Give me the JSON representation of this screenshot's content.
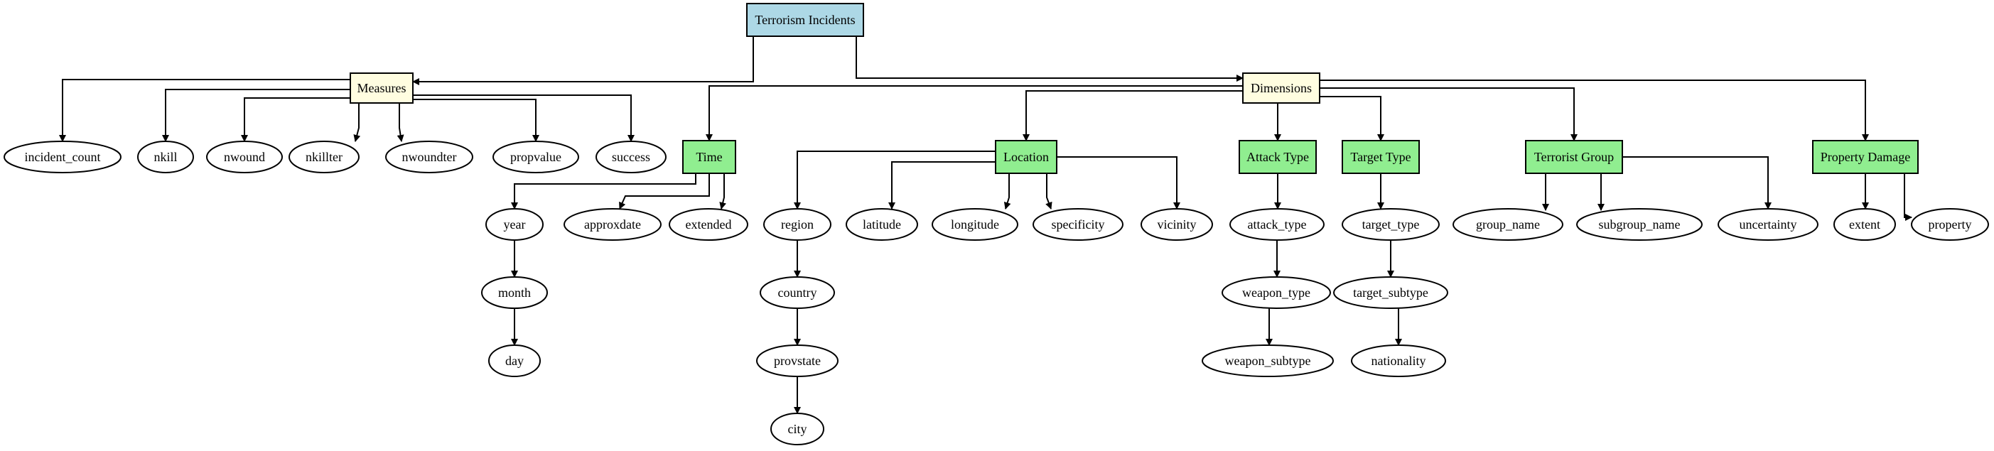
{
  "diagram": {
    "colors": {
      "root_fill": "#add8e6",
      "group_fill": "#fffde0",
      "category_fill": "#90ee90",
      "leaf_fill": "#ffffff",
      "stroke": "#000000"
    },
    "nodes": [
      {
        "id": "root",
        "label": "Terrorism Incidents",
        "shape": "box",
        "kind": "root"
      },
      {
        "id": "measures",
        "label": "Measures",
        "shape": "box",
        "kind": "group"
      },
      {
        "id": "dimensions",
        "label": "Dimensions",
        "shape": "box",
        "kind": "group"
      },
      {
        "id": "incident_count",
        "label": "incident_count",
        "shape": "ellipse",
        "kind": "leaf"
      },
      {
        "id": "nkill",
        "label": "nkill",
        "shape": "ellipse",
        "kind": "leaf"
      },
      {
        "id": "nwound",
        "label": "nwound",
        "shape": "ellipse",
        "kind": "leaf"
      },
      {
        "id": "nkillter",
        "label": "nkillter",
        "shape": "ellipse",
        "kind": "leaf"
      },
      {
        "id": "nwoundter",
        "label": "nwoundter",
        "shape": "ellipse",
        "kind": "leaf"
      },
      {
        "id": "propvalue",
        "label": "propvalue",
        "shape": "ellipse",
        "kind": "leaf"
      },
      {
        "id": "success",
        "label": "success",
        "shape": "ellipse",
        "kind": "leaf"
      },
      {
        "id": "time",
        "label": "Time",
        "shape": "box",
        "kind": "category"
      },
      {
        "id": "location",
        "label": "Location",
        "shape": "box",
        "kind": "category"
      },
      {
        "id": "attack_type_cat",
        "label": "Attack Type",
        "shape": "box",
        "kind": "category"
      },
      {
        "id": "target_type_cat",
        "label": "Target Type",
        "shape": "box",
        "kind": "category"
      },
      {
        "id": "terrorist_group",
        "label": "Terrorist Group",
        "shape": "box",
        "kind": "category"
      },
      {
        "id": "property_damage",
        "label": "Property Damage",
        "shape": "box",
        "kind": "category"
      },
      {
        "id": "year",
        "label": "year",
        "shape": "ellipse",
        "kind": "leaf"
      },
      {
        "id": "approxdate",
        "label": "approxdate",
        "shape": "ellipse",
        "kind": "leaf"
      },
      {
        "id": "extended",
        "label": "extended",
        "shape": "ellipse",
        "kind": "leaf"
      },
      {
        "id": "month",
        "label": "month",
        "shape": "ellipse",
        "kind": "leaf"
      },
      {
        "id": "day",
        "label": "day",
        "shape": "ellipse",
        "kind": "leaf"
      },
      {
        "id": "region",
        "label": "region",
        "shape": "ellipse",
        "kind": "leaf"
      },
      {
        "id": "latitude",
        "label": "latitude",
        "shape": "ellipse",
        "kind": "leaf"
      },
      {
        "id": "longitude",
        "label": "longitude",
        "shape": "ellipse",
        "kind": "leaf"
      },
      {
        "id": "specificity",
        "label": "specificity",
        "shape": "ellipse",
        "kind": "leaf"
      },
      {
        "id": "vicinity",
        "label": "vicinity",
        "shape": "ellipse",
        "kind": "leaf"
      },
      {
        "id": "country",
        "label": "country",
        "shape": "ellipse",
        "kind": "leaf"
      },
      {
        "id": "provstate",
        "label": "provstate",
        "shape": "ellipse",
        "kind": "leaf"
      },
      {
        "id": "city",
        "label": "city",
        "shape": "ellipse",
        "kind": "leaf"
      },
      {
        "id": "attack_type",
        "label": "attack_type",
        "shape": "ellipse",
        "kind": "leaf"
      },
      {
        "id": "weapon_type",
        "label": "weapon_type",
        "shape": "ellipse",
        "kind": "leaf"
      },
      {
        "id": "weapon_subtype",
        "label": "weapon_subtype",
        "shape": "ellipse",
        "kind": "leaf"
      },
      {
        "id": "target_type",
        "label": "target_type",
        "shape": "ellipse",
        "kind": "leaf"
      },
      {
        "id": "target_subtype",
        "label": "target_subtype",
        "shape": "ellipse",
        "kind": "leaf"
      },
      {
        "id": "nationality",
        "label": "nationality",
        "shape": "ellipse",
        "kind": "leaf"
      },
      {
        "id": "group_name",
        "label": "group_name",
        "shape": "ellipse",
        "kind": "leaf"
      },
      {
        "id": "subgroup_name",
        "label": "subgroup_name",
        "shape": "ellipse",
        "kind": "leaf"
      },
      {
        "id": "uncertainty",
        "label": "uncertainty",
        "shape": "ellipse",
        "kind": "leaf"
      },
      {
        "id": "extent",
        "label": "extent",
        "shape": "ellipse",
        "kind": "leaf"
      },
      {
        "id": "property",
        "label": "property",
        "shape": "ellipse",
        "kind": "leaf"
      }
    ],
    "edges": [
      {
        "from": "root",
        "to": "measures"
      },
      {
        "from": "root",
        "to": "dimensions"
      },
      {
        "from": "measures",
        "to": "incident_count"
      },
      {
        "from": "measures",
        "to": "nkill"
      },
      {
        "from": "measures",
        "to": "nwound"
      },
      {
        "from": "measures",
        "to": "nkillter"
      },
      {
        "from": "measures",
        "to": "nwoundter"
      },
      {
        "from": "measures",
        "to": "propvalue"
      },
      {
        "from": "measures",
        "to": "success"
      },
      {
        "from": "dimensions",
        "to": "time"
      },
      {
        "from": "dimensions",
        "to": "location"
      },
      {
        "from": "dimensions",
        "to": "attack_type_cat"
      },
      {
        "from": "dimensions",
        "to": "target_type_cat"
      },
      {
        "from": "dimensions",
        "to": "terrorist_group"
      },
      {
        "from": "dimensions",
        "to": "property_damage"
      },
      {
        "from": "time",
        "to": "year"
      },
      {
        "from": "time",
        "to": "approxdate"
      },
      {
        "from": "time",
        "to": "extended"
      },
      {
        "from": "year",
        "to": "month"
      },
      {
        "from": "month",
        "to": "day"
      },
      {
        "from": "location",
        "to": "region"
      },
      {
        "from": "location",
        "to": "latitude"
      },
      {
        "from": "location",
        "to": "longitude"
      },
      {
        "from": "location",
        "to": "specificity"
      },
      {
        "from": "location",
        "to": "vicinity"
      },
      {
        "from": "region",
        "to": "country"
      },
      {
        "from": "country",
        "to": "provstate"
      },
      {
        "from": "provstate",
        "to": "city"
      },
      {
        "from": "attack_type_cat",
        "to": "attack_type"
      },
      {
        "from": "attack_type",
        "to": "weapon_type"
      },
      {
        "from": "weapon_type",
        "to": "weapon_subtype"
      },
      {
        "from": "target_type_cat",
        "to": "target_type"
      },
      {
        "from": "target_type",
        "to": "target_subtype"
      },
      {
        "from": "target_subtype",
        "to": "nationality"
      },
      {
        "from": "terrorist_group",
        "to": "group_name"
      },
      {
        "from": "terrorist_group",
        "to": "subgroup_name"
      },
      {
        "from": "terrorist_group",
        "to": "uncertainty"
      },
      {
        "from": "property_damage",
        "to": "extent"
      },
      {
        "from": "property_damage",
        "to": "property"
      }
    ]
  }
}
